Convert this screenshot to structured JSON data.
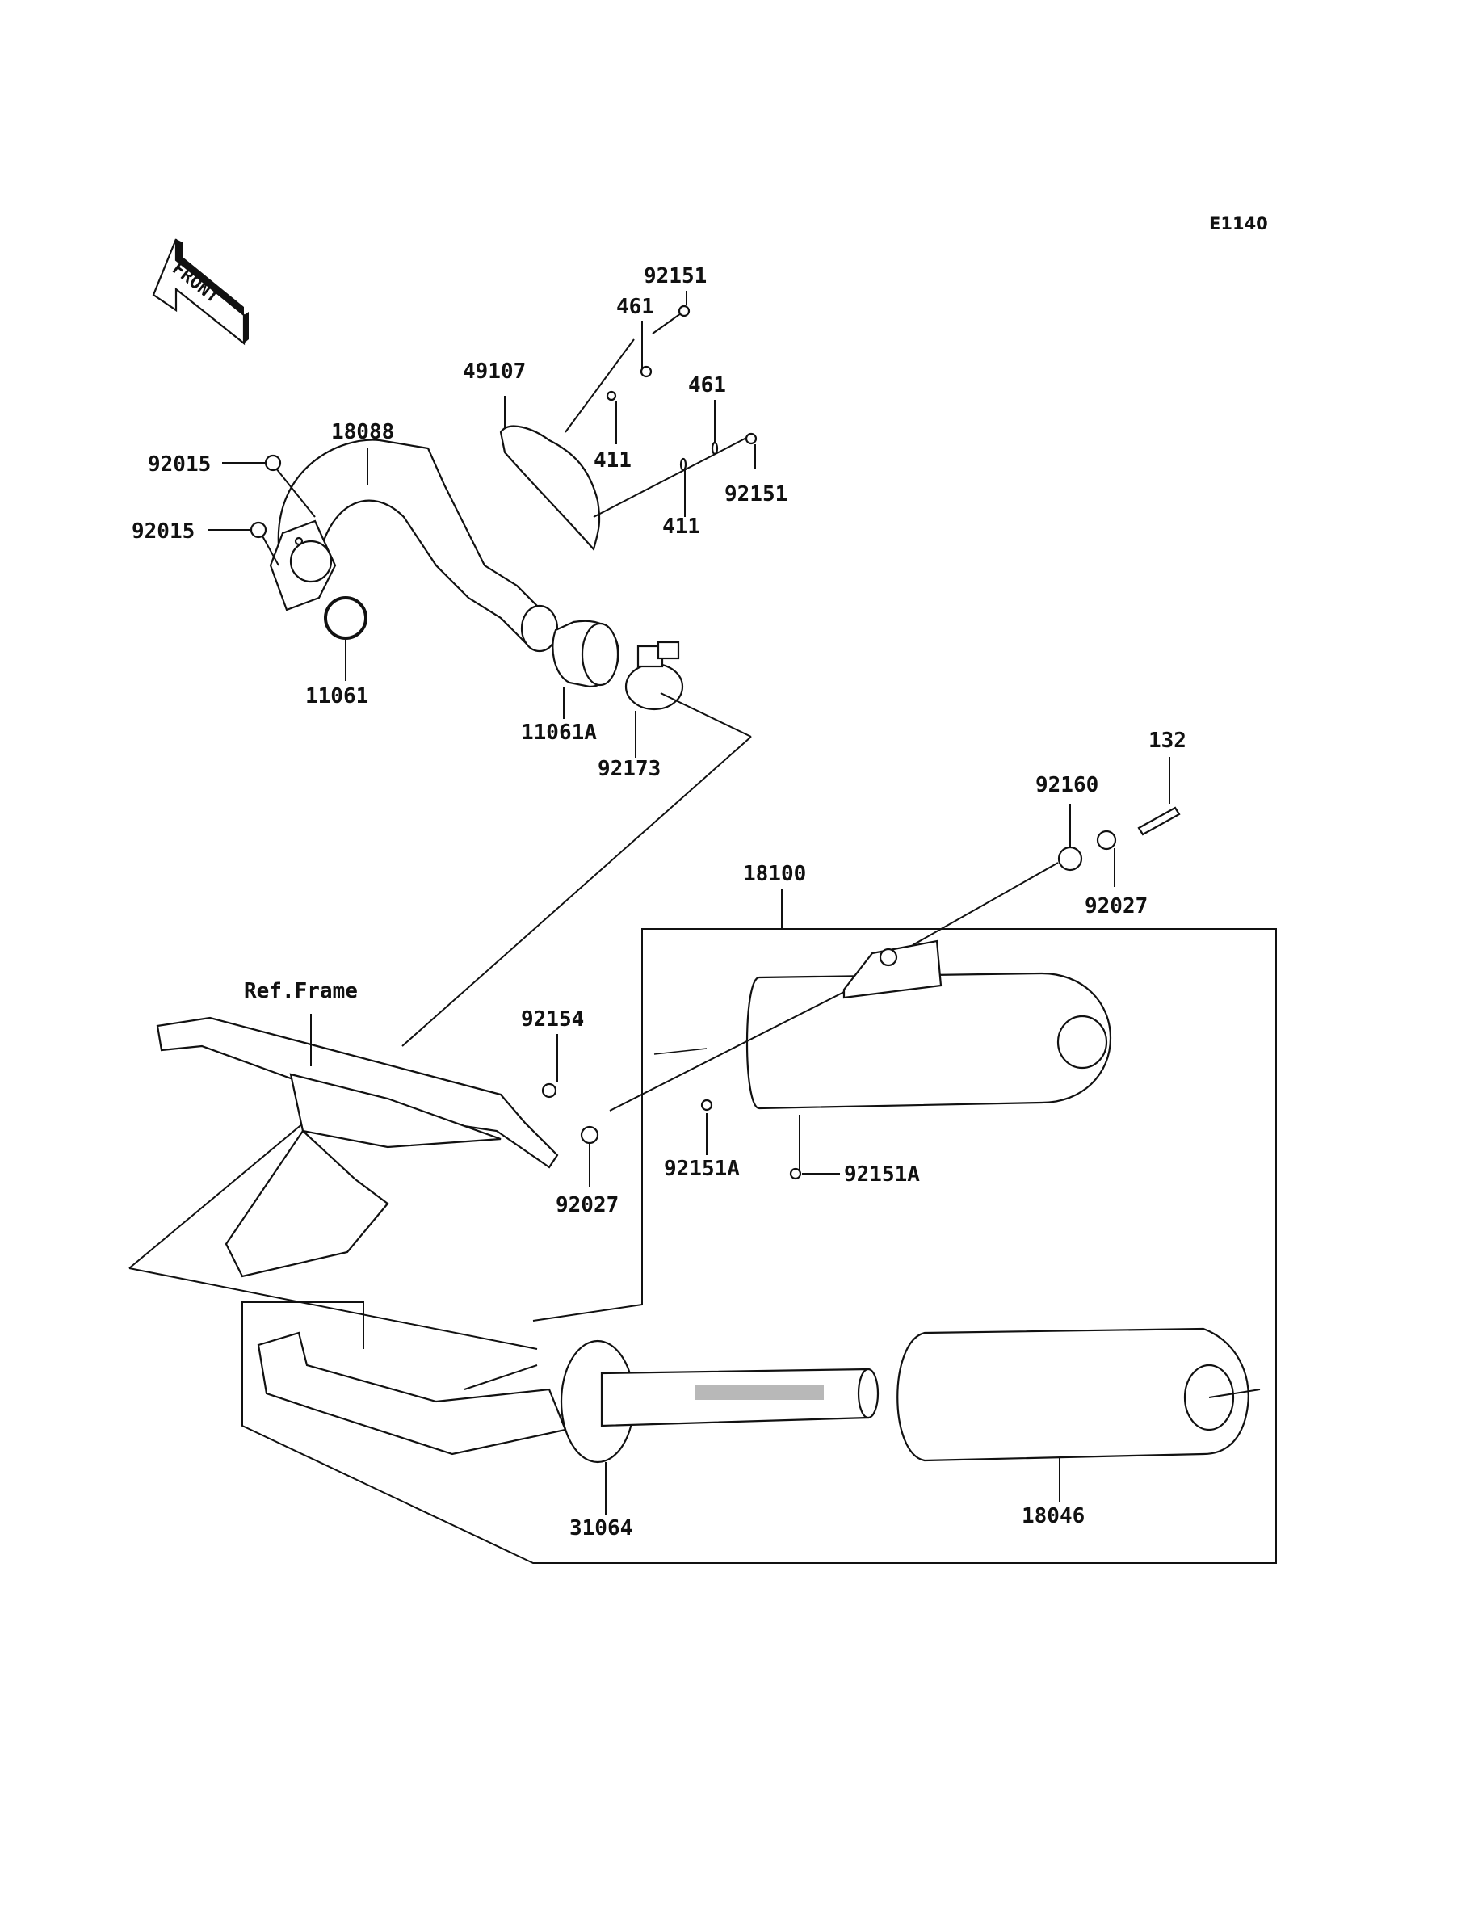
{
  "diagram": {
    "code": "E1140",
    "direction_label": "FRONT",
    "ref_frame_label": "Ref.Frame",
    "parts": [
      {
        "id": "p92151a",
        "number": "92151"
      },
      {
        "id": "p461a",
        "number": "461"
      },
      {
        "id": "p49107",
        "number": "49107"
      },
      {
        "id": "p461b",
        "number": "461"
      },
      {
        "id": "p18088",
        "number": "18088"
      },
      {
        "id": "p411a",
        "number": "411"
      },
      {
        "id": "p92015a",
        "number": "92015"
      },
      {
        "id": "p92151b",
        "number": "92151"
      },
      {
        "id": "p92015b",
        "number": "92015"
      },
      {
        "id": "p411b",
        "number": "411"
      },
      {
        "id": "p11061",
        "number": "11061"
      },
      {
        "id": "p11061A",
        "number": "11061A"
      },
      {
        "id": "p92173",
        "number": "92173"
      },
      {
        "id": "p132",
        "number": "132"
      },
      {
        "id": "p92160",
        "number": "92160"
      },
      {
        "id": "p18100",
        "number": "18100"
      },
      {
        "id": "p92027a",
        "number": "92027"
      },
      {
        "id": "p92154",
        "number": "92154"
      },
      {
        "id": "p92151Aa",
        "number": "92151A"
      },
      {
        "id": "p92151Ab",
        "number": "92151A"
      },
      {
        "id": "p92027b",
        "number": "92027"
      },
      {
        "id": "p31064",
        "number": "31064"
      },
      {
        "id": "p18046",
        "number": "18046"
      }
    ]
  }
}
